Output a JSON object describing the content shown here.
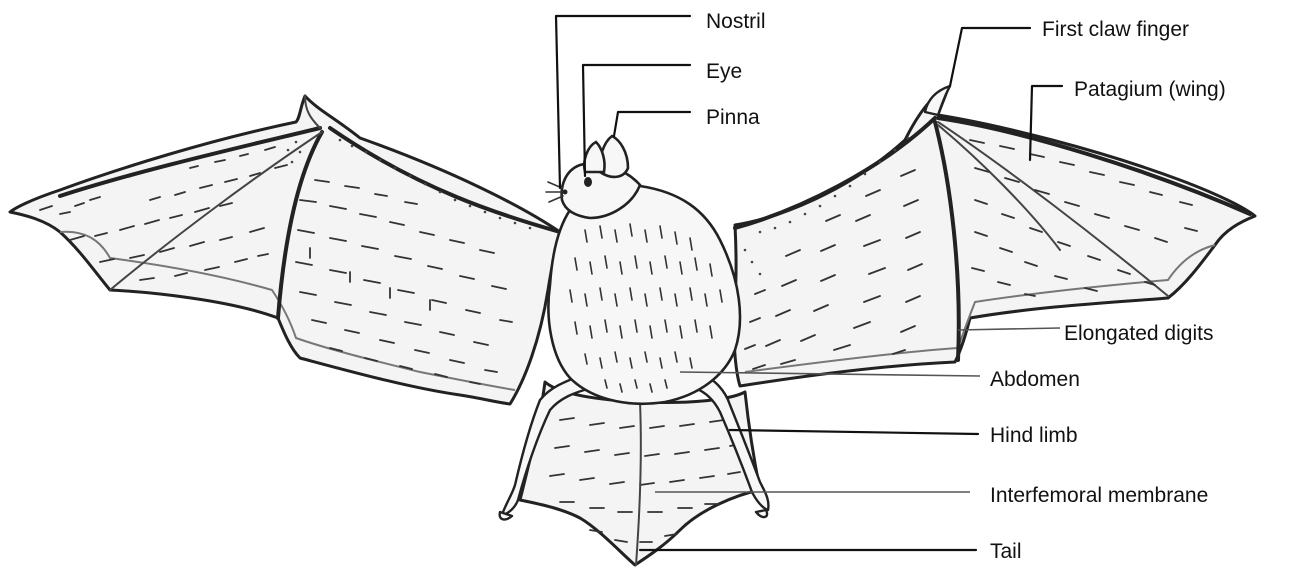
{
  "labels": {
    "nostril": "Nostril",
    "eye": "Eye",
    "pinna": "Pinna",
    "first_claw_finger": "First claw finger",
    "patagium": "Patagium (wing)",
    "elongated_digits": "Elongated digits",
    "abdomen": "Abdomen",
    "hind_limb": "Hind limb",
    "interfemoral_membrane": "Interfemoral membrane",
    "tail": "Tail"
  },
  "colors": {
    "ink": "#111111",
    "paper": "#ffffff",
    "shade": "#f4f4f4"
  }
}
